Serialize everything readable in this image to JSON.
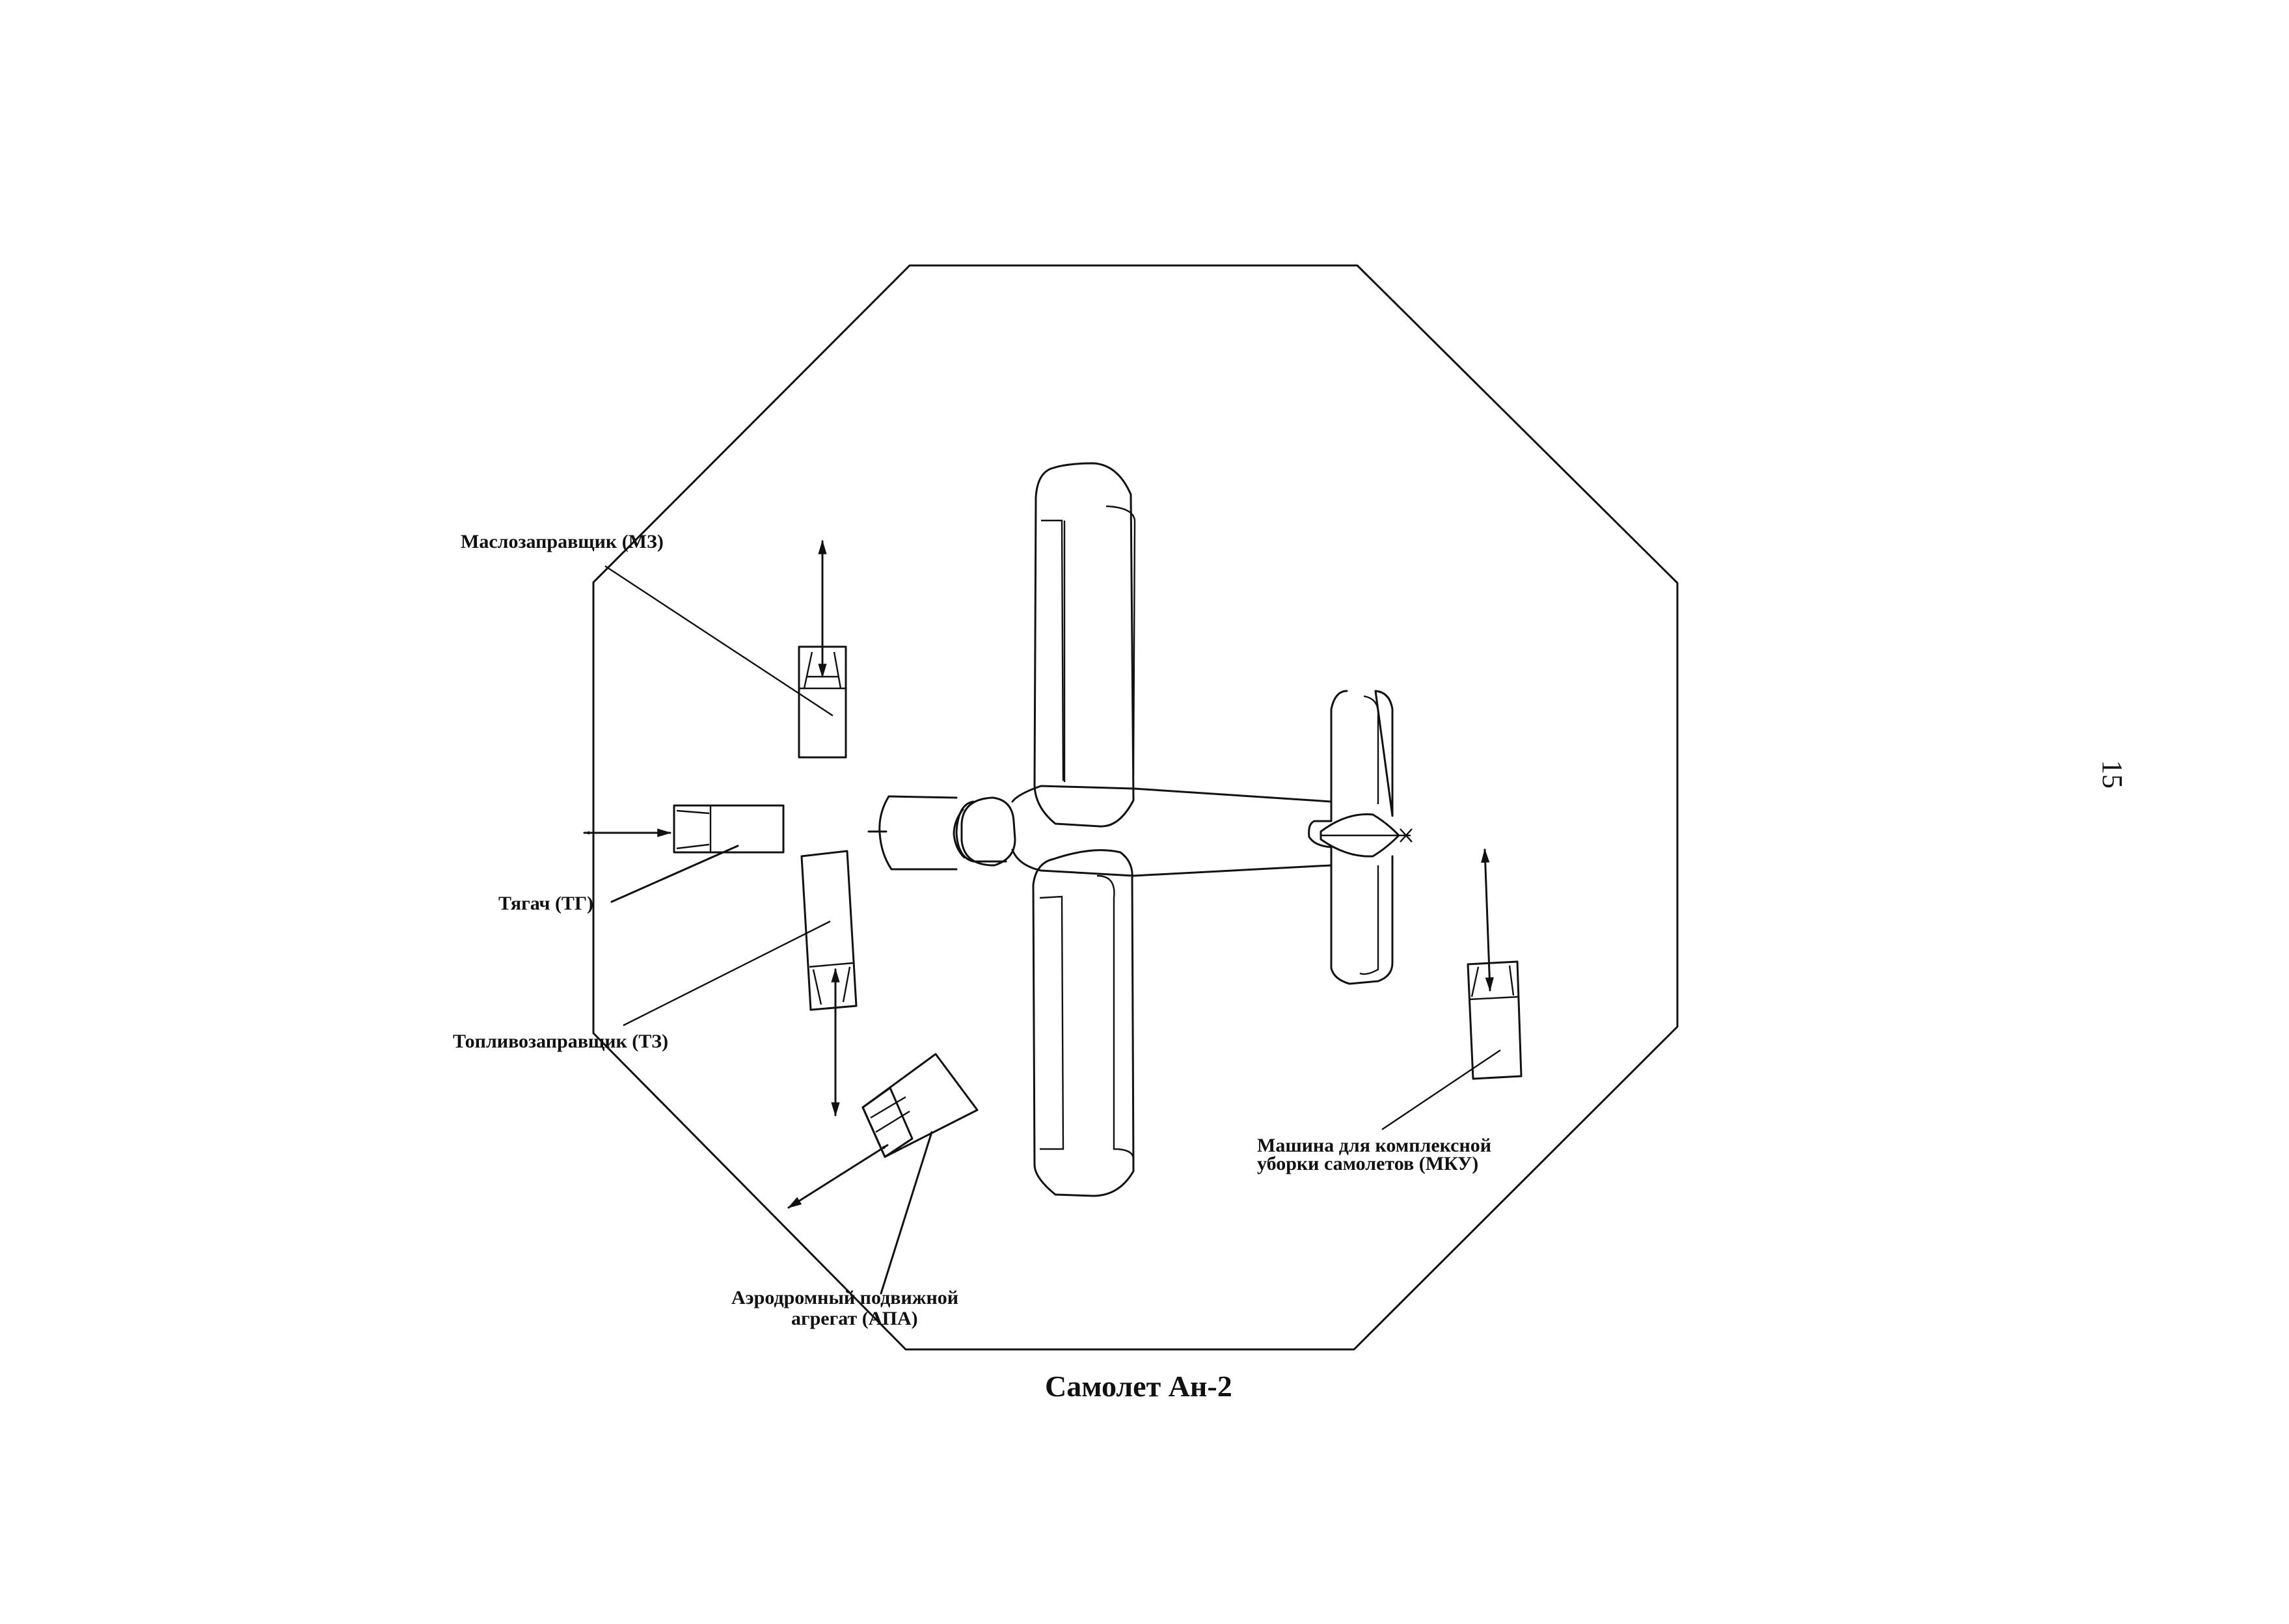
{
  "labels": {
    "mz": "Маслозаправщик (МЗ)",
    "tg": "Тягач (ТГ)",
    "tz": "Топливозаправщик (ТЗ)",
    "mku_line1": "Машина для комплексной",
    "mku_line2": "уборки самолетов (МКУ)",
    "apa_line1": "Аэродромный подвижной",
    "apa_line2": "агрегат (АПА)"
  },
  "caption": "Самолет Ан-2",
  "page_number": "15"
}
